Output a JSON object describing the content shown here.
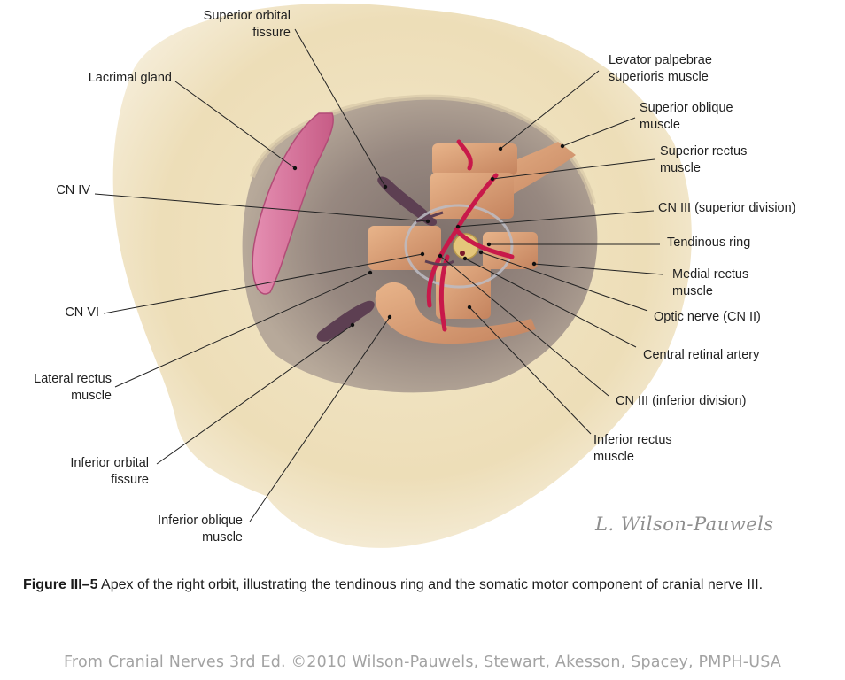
{
  "labels": {
    "superior_orbital_fissure": "Superior orbital\nfissure",
    "lacrimal_gland": "Lacrimal gland",
    "cn_iv": "CN IV",
    "cn_vi": "CN VI",
    "lateral_rectus": "Lateral rectus\nmuscle",
    "inferior_orbital_fissure": "Inferior orbital\nfissure",
    "inferior_oblique": "Inferior oblique\nmuscle",
    "levator": "Levator palpebrae\nsuperioris muscle",
    "superior_oblique": "Superior oblique\nmuscle",
    "superior_rectus": "Superior rectus\nmuscle",
    "cn_iii_superior": "CN III (superior division)",
    "tendinous_ring": "Tendinous ring",
    "medial_rectus": "Medial rectus\nmuscle",
    "optic_nerve": "Optic nerve (CN II)",
    "central_retinal_artery": "Central retinal artery",
    "cn_iii_inferior": "CN III (inferior division)",
    "inferior_rectus": "Inferior rectus\nmuscle"
  },
  "signature": "L. Wilson-Pauwels",
  "caption": {
    "figure_number": "Figure III–5",
    "text": " Apex of the right orbit, illustrating the tendinous ring and the somatic motor component of cranial nerve III."
  },
  "credit": "From Cranial Nerves 3rd Ed. ©2010 Wilson-Pauwels, Stewart, Akesson, Spacey, PMPH-USA",
  "colors": {
    "bone": "#efe2bf",
    "orbit_cavity": "#9a8b82",
    "muscle": "#d49a72",
    "nerve": "#c8194a",
    "lacrimal": "#d9739a",
    "optic": "#e4c67a"
  }
}
